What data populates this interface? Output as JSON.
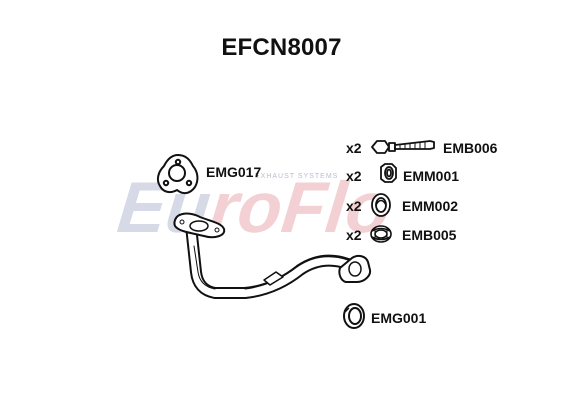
{
  "title": "EFCN8007",
  "watermark": {
    "text": "EuroFlo",
    "subtitle": "EXHAUST SYSTEMS",
    "colors": {
      "eu": "#d6d9e6",
      "ro_flo": "#f2d0d3"
    }
  },
  "parts": [
    {
      "code": "EMG017",
      "qty": "",
      "icon": "three-bolt-gasket-icon"
    },
    {
      "code": "EMB006",
      "qty": "x2",
      "icon": "bolt-icon"
    },
    {
      "code": "EMM001",
      "qty": "x2",
      "icon": "nut-icon"
    },
    {
      "code": "EMM002",
      "qty": "x2",
      "icon": "flange-nut-icon"
    },
    {
      "code": "EMB005",
      "qty": "x2",
      "icon": "spring-icon"
    },
    {
      "code": "EMG001",
      "qty": "",
      "icon": "ring-gasket-icon"
    }
  ],
  "pipe": {
    "icon": "front-exhaust-pipe-icon"
  },
  "colors": {
    "outline": "#111111",
    "fill": "#ffffff"
  }
}
